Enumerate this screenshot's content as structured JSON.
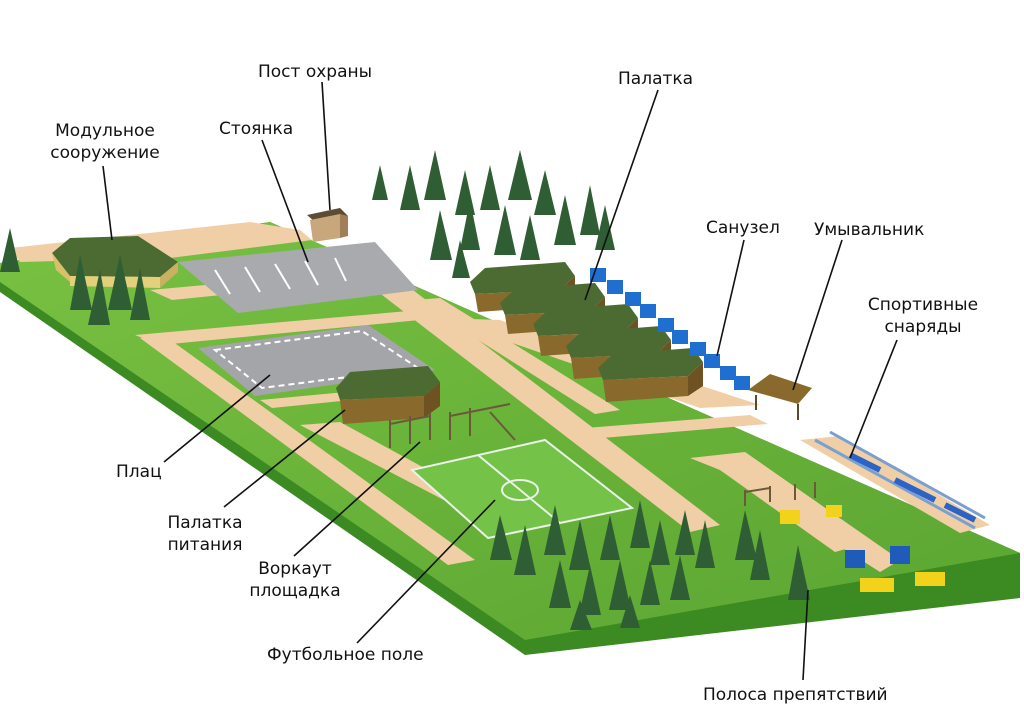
{
  "labels": {
    "modular": "Модульное сооружение",
    "guard_post": "Пост охраны",
    "parking": "Стоянка",
    "tent": "Палатка",
    "toilet": "Санузел",
    "washstand": "Умывальник",
    "sports": "Спортивные снаряды",
    "parade": "Плац",
    "food_tent": "Палатка питания",
    "workout": "Воркаут площадка",
    "football": "Футбольное поле",
    "obstacle": "Полоса препятствий"
  },
  "colors": {
    "grass": "#6fb83c",
    "grass_edge": "#3e8a24",
    "path": "#f1cfa6",
    "asphalt": "#a9aaae",
    "tent_roof": "#4c6b33",
    "tent_wall": "#8a6a2c",
    "tree": "#2f5e34",
    "toilet": "#1f6fd1",
    "equipment": "#f2d21b",
    "leader": "#111111"
  }
}
